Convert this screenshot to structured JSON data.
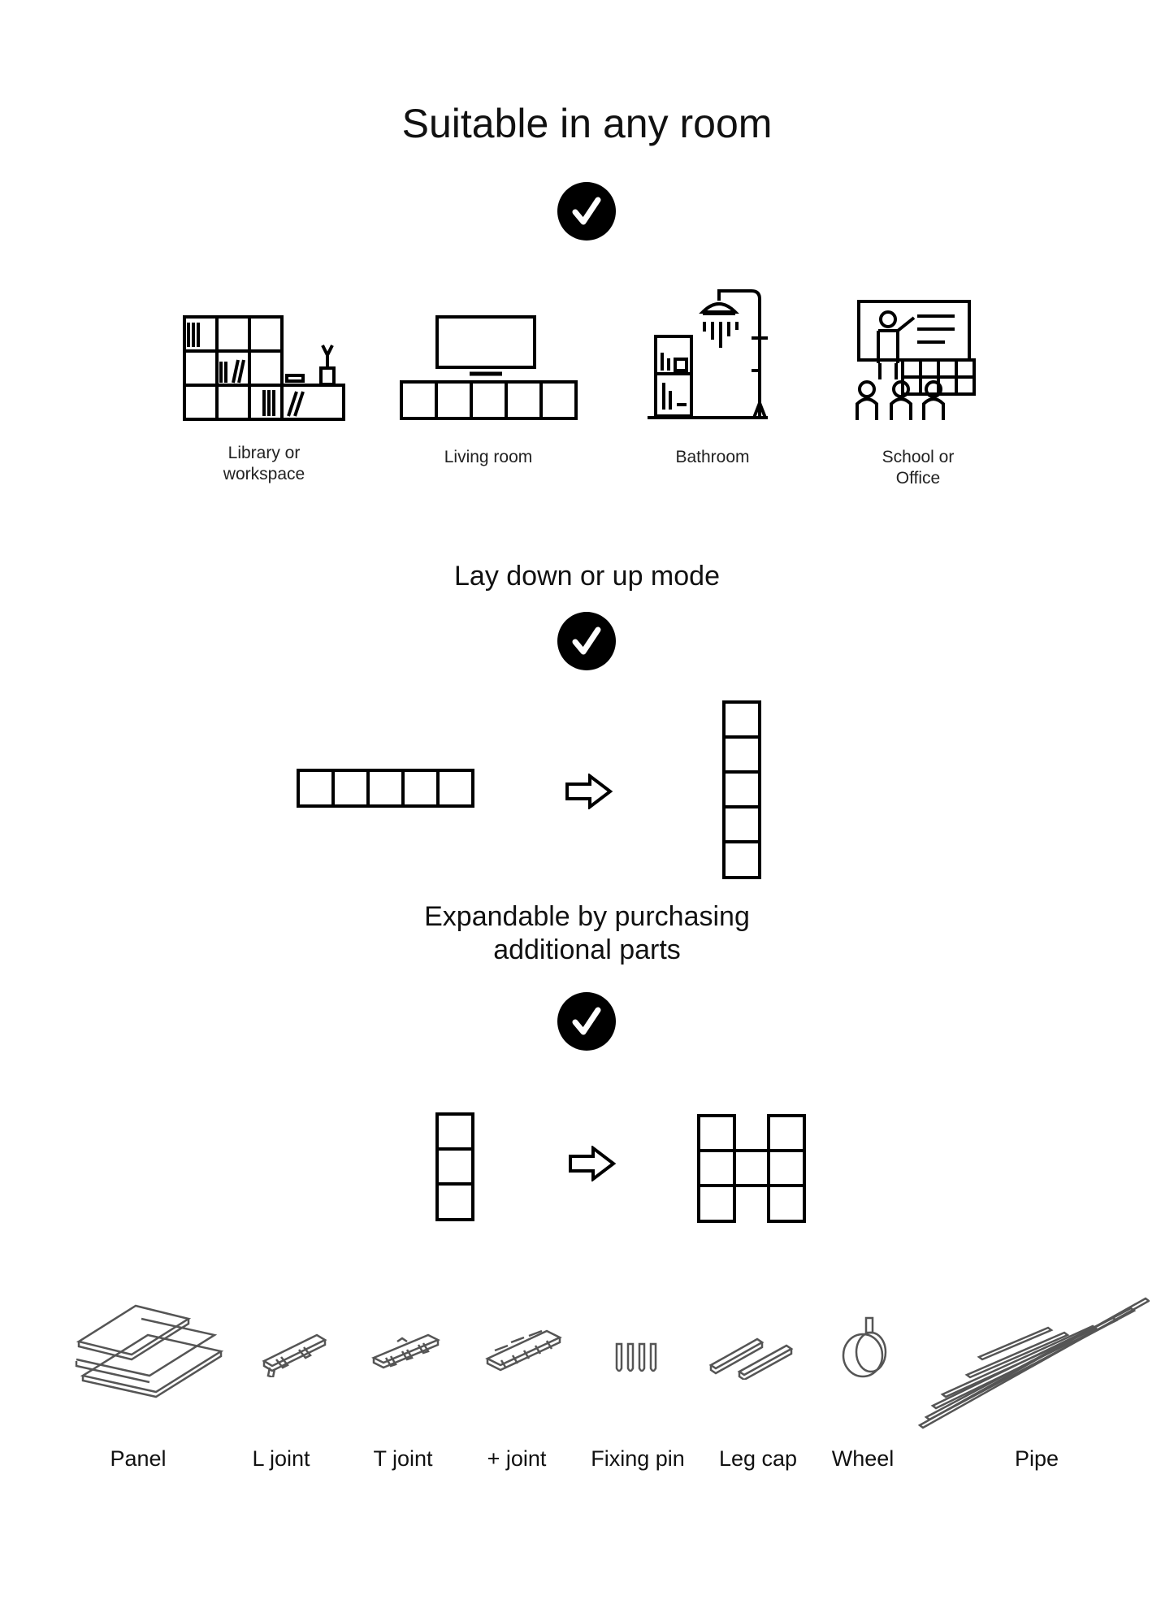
{
  "sections": {
    "rooms": {
      "title": "Suitable in any room",
      "check_icon": "check-circle-icon",
      "items": [
        {
          "label": "Library or\nworkspace",
          "icon": "bookshelf-icon"
        },
        {
          "label": "Living room",
          "icon": "tv-stand-icon"
        },
        {
          "label": "Bathroom",
          "icon": "shower-shelf-icon"
        },
        {
          "label": "School or\nOffice",
          "icon": "classroom-icon"
        }
      ]
    },
    "mode": {
      "title": "Lay down or up mode",
      "check_icon": "check-circle-icon",
      "from_icon": "horizontal-five-cube-shelf-icon",
      "arrow_icon": "right-arrow-icon",
      "to_icon": "vertical-five-cube-shelf-icon"
    },
    "expand": {
      "title": "Expandable by purchasing\nadditional parts",
      "check_icon": "check-circle-icon",
      "from_icon": "three-cube-column-icon",
      "arrow_icon": "right-arrow-icon",
      "to_icon": "h-shape-shelf-icon"
    }
  },
  "parts": [
    {
      "label": "Panel",
      "icon": "panel-icon"
    },
    {
      "label": "L joint",
      "icon": "l-joint-icon"
    },
    {
      "label": "T joint",
      "icon": "t-joint-icon"
    },
    {
      "label": "+ joint",
      "icon": "plus-joint-icon"
    },
    {
      "label": "Fixing pin",
      "icon": "fixing-pin-icon"
    },
    {
      "label": "Leg cap",
      "icon": "leg-cap-icon"
    },
    {
      "label": "Wheel",
      "icon": "wheel-icon"
    },
    {
      "label": "Pipe",
      "icon": "pipe-icon"
    }
  ],
  "colors": {
    "ink": "#000000",
    "background": "#ffffff"
  }
}
